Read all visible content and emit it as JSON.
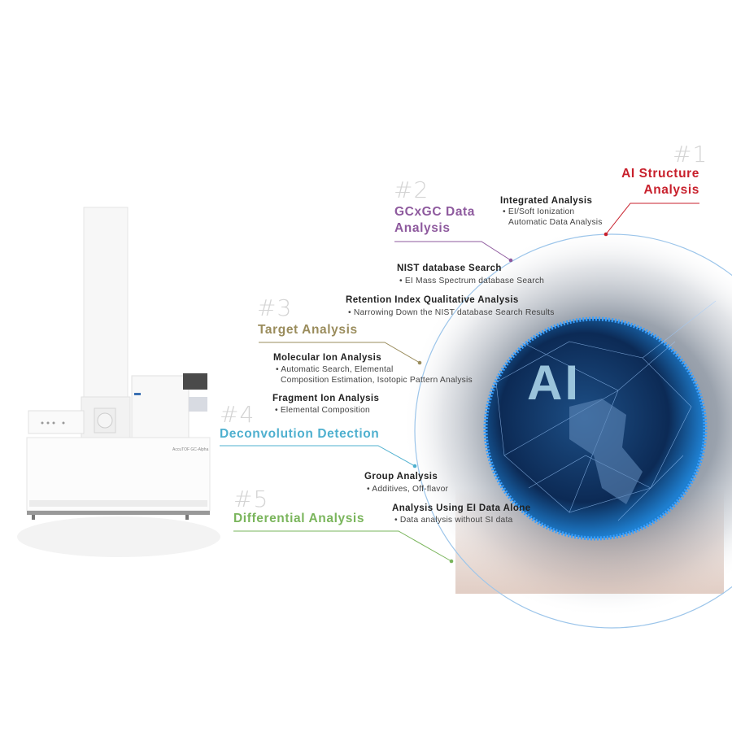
{
  "instrument": {
    "label": "AccuTOF GC-Alpha"
  },
  "globe": {
    "label": "AI"
  },
  "colors": {
    "ai": "#c8202c",
    "gcxgc": "#8e5a9e",
    "target": "#9a8c5c",
    "deconvolution": "#4fb0cf",
    "differential": "#7ab55c"
  },
  "categories": [
    {
      "number": "#1",
      "title_lines": [
        "AI Structure",
        "Analysis"
      ]
    },
    {
      "number": "#2",
      "title_lines": [
        "GCxGC Data",
        "Analysis"
      ]
    },
    {
      "number": "#3",
      "title": "Target Analysis"
    },
    {
      "number": "#4",
      "title": "Deconvolution Detection"
    },
    {
      "number": "#5",
      "title": "Differential Analysis"
    }
  ],
  "features": [
    {
      "title": "Integrated Analysis",
      "bullet_lines": [
        "• EI/Soft Ionization",
        "Automatic Data Analysis"
      ]
    },
    {
      "title": "NIST database Search",
      "bullet_lines": [
        "• EI Mass Spectrum database Search"
      ]
    },
    {
      "title": "Retention Index Qualitative Analysis",
      "bullet_lines": [
        "• Narrowing Down the NIST database Search Results"
      ]
    },
    {
      "title": "Molecular Ion Analysis",
      "bullet_lines": [
        "• Automatic Search, Elemental",
        "Composition Estimation, Isotopic Pattern Analysis"
      ]
    },
    {
      "title": "Fragment Ion Analysis",
      "bullet_lines": [
        "• Elemental Composition"
      ]
    },
    {
      "title": "Group Analysis",
      "bullet_lines": [
        "• Additives, Off-flavor"
      ]
    },
    {
      "title": "Analysis Using EI Data Alone",
      "bullet_lines": [
        "• Data analysis without SI data"
      ]
    }
  ]
}
